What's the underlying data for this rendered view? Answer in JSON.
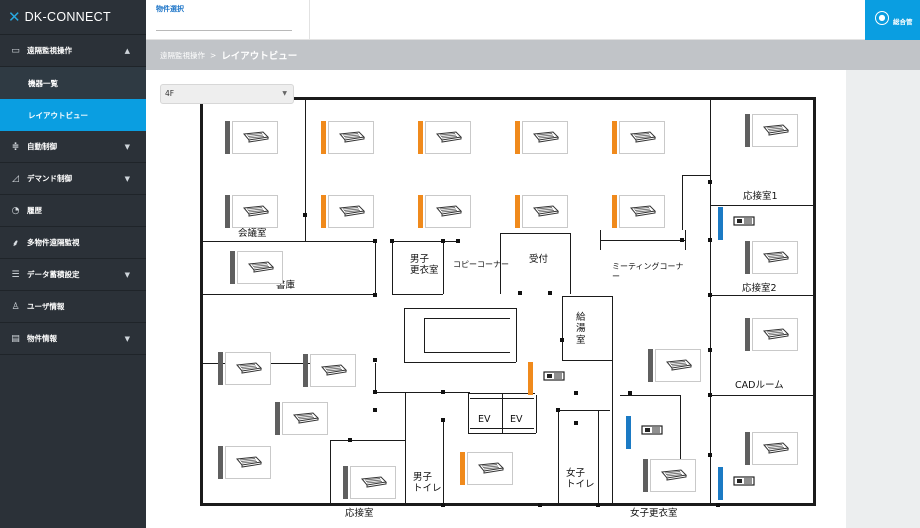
{
  "app": {
    "logo_mark": "✕",
    "title": "DK-CONNECT"
  },
  "sidebar": {
    "items": [
      {
        "label": "遠隔監視操作",
        "icon": "monitor-icon",
        "chevron": "▲"
      },
      {
        "label": "機器一覧",
        "sub": true
      },
      {
        "label": "レイアウトビュー",
        "sub": true,
        "active": true
      },
      {
        "label": "自動制御",
        "icon": "sliders-icon",
        "chevron": "▼"
      },
      {
        "label": "デマンド制御",
        "icon": "chart-icon",
        "chevron": "▼"
      },
      {
        "label": "履歴",
        "icon": "history-icon"
      },
      {
        "label": "多物件遠隔監視",
        "icon": "network-icon"
      },
      {
        "label": "データ蓄積設定",
        "icon": "data-settings-icon",
        "chevron": "▼"
      },
      {
        "label": "ユーザ情報",
        "icon": "user-icon"
      },
      {
        "label": "物件情報",
        "icon": "building-icon",
        "chevron": "▼"
      }
    ]
  },
  "header": {
    "property_label": "物件選択",
    "user_label": "総合管"
  },
  "breadcrumb": {
    "parent": "遠隔監視操作",
    "separator": ">",
    "current": "レイアウトビュー"
  },
  "floor_select": {
    "value": "4F",
    "arrow": "▼"
  },
  "rooms": [
    {
      "label": "会議室"
    },
    {
      "label": "書庫"
    },
    {
      "label": "男子\n更衣室"
    },
    {
      "label": "コピーコーナー"
    },
    {
      "label": "受付"
    },
    {
      "label": "ミーティングコーナ\nー"
    },
    {
      "label": "応接室1"
    },
    {
      "label": "応接室2"
    },
    {
      "label": "給\n湯\n室"
    },
    {
      "label": "CADルーム"
    },
    {
      "label": "EV"
    },
    {
      "label": "EV"
    },
    {
      "label": "男子\nトイレ"
    },
    {
      "label": "女子\nトイレ"
    },
    {
      "label": "応接室"
    },
    {
      "label": "女子更衣室"
    }
  ],
  "colors": {
    "sidebar_bg": "#2b3138",
    "accent": "#0a9ee1",
    "status_gray": "#5f5f5f",
    "status_orange": "#f08a1c",
    "status_blue": "#1b7ac4"
  }
}
